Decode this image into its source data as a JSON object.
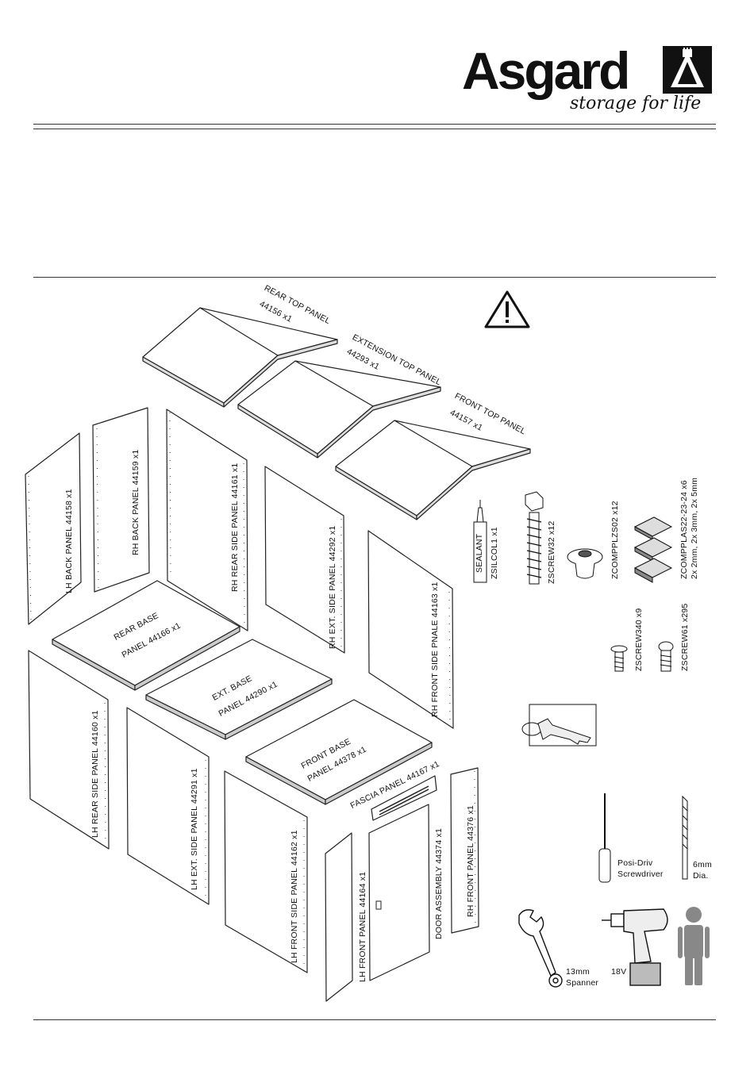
{
  "brand": {
    "name": "Asgard",
    "tagline": "storage for life"
  },
  "panels": [
    {
      "name": "REAR TOP PANEL",
      "code": "44156 x1"
    },
    {
      "name": "EXTENSION TOP PANEL",
      "code": "44293 x1"
    },
    {
      "name": "FRONT TOP PANEL",
      "code": "44157 x1"
    },
    {
      "label": "LH BACK PANEL 44158 x1"
    },
    {
      "label": "RH BACK PANEL 44159 x1"
    },
    {
      "label": "RH REAR SIDE PANEL 44161 x1"
    },
    {
      "label": "RH EXT. SIDE PANEL 44292 x1"
    },
    {
      "label": "RH FRONT SIDE PNALE 44163 x1"
    },
    {
      "line1": "REAR BASE",
      "line2": "PANEL 44166 x1"
    },
    {
      "line1": "EXT. BASE",
      "line2": "PANEL 44290 x1"
    },
    {
      "line1": "FRONT BASE",
      "line2": "PANEL 44378 x1"
    },
    {
      "label": "LH REAR SIDE PANEL 44160 x1"
    },
    {
      "label": "LH EXT. SIDE PANEL 44291 x1"
    },
    {
      "label": "LH FRONT SIDE PANEL 44162 x1"
    },
    {
      "label": "LH FRONT PANEL 44164 x1"
    },
    {
      "label": "DOOR ASSEMBLY 44374 x1"
    },
    {
      "label": "RH FRONT PANEL 44376 x1"
    },
    {
      "label": "FASCIA PANEL 44167 x1"
    }
  ],
  "hardware": {
    "sealant": {
      "tube_label": "SEALANT",
      "code": "ZSILCOL1 x1"
    },
    "screw32": {
      "code": "ZSCREW32 x12"
    },
    "plug": {
      "code": "ZCOMPPLZS02 x12"
    },
    "shims": {
      "code": "ZCOMPPLAS22-23-24 x6",
      "sizes": "2x 2mm, 2x 3mm, 2x 5mm"
    },
    "screw340": {
      "code": "ZSCREW340 x9"
    },
    "screw61": {
      "code": "ZSCREW61 x295"
    }
  },
  "tools": {
    "screwdriver": {
      "line1": "Posi-Driv",
      "line2": "Screwdriver"
    },
    "drillbit": {
      "line1": "6mm",
      "line2": "Dia."
    },
    "spanner": {
      "line1": "13mm",
      "line2": "Spanner"
    },
    "drill": {
      "label": "18V"
    }
  }
}
